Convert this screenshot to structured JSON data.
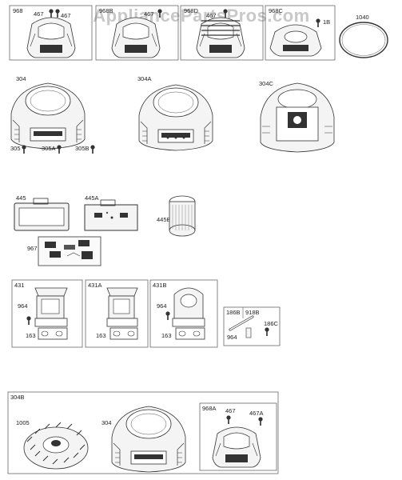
{
  "watermark": "AppliancePartsPros.com",
  "callouts": {
    "c968": "968",
    "c968_467": "467",
    "c968_467x": "467",
    "c968B": "968B",
    "c968B_467": "467",
    "c968D": "968D",
    "c968D_467": "467",
    "c968C": "968C",
    "c968C_x": "1B",
    "c1040": "1040",
    "c304": "304",
    "c304A": "304A",
    "c304C": "304C",
    "c305": "305",
    "c305A": "305A",
    "c305B": "305B",
    "c445": "445",
    "c445A": "445A",
    "c445B": "445B",
    "c967": "967",
    "c431": "431",
    "c431_964": "964",
    "c431_163": "163",
    "c431A": "431A",
    "c431A_163": "163",
    "c431B": "431B",
    "c431B_964": "964",
    "c431B_163": "163",
    "c186B": "186B",
    "c918B": "918B",
    "c186B_964": "964",
    "c186C": "186C",
    "c304B": "304B",
    "c304B_1005": "1005",
    "c304B_304": "304",
    "c968A": "968A",
    "c968A_467": "467",
    "c968A_467A": "467A"
  }
}
